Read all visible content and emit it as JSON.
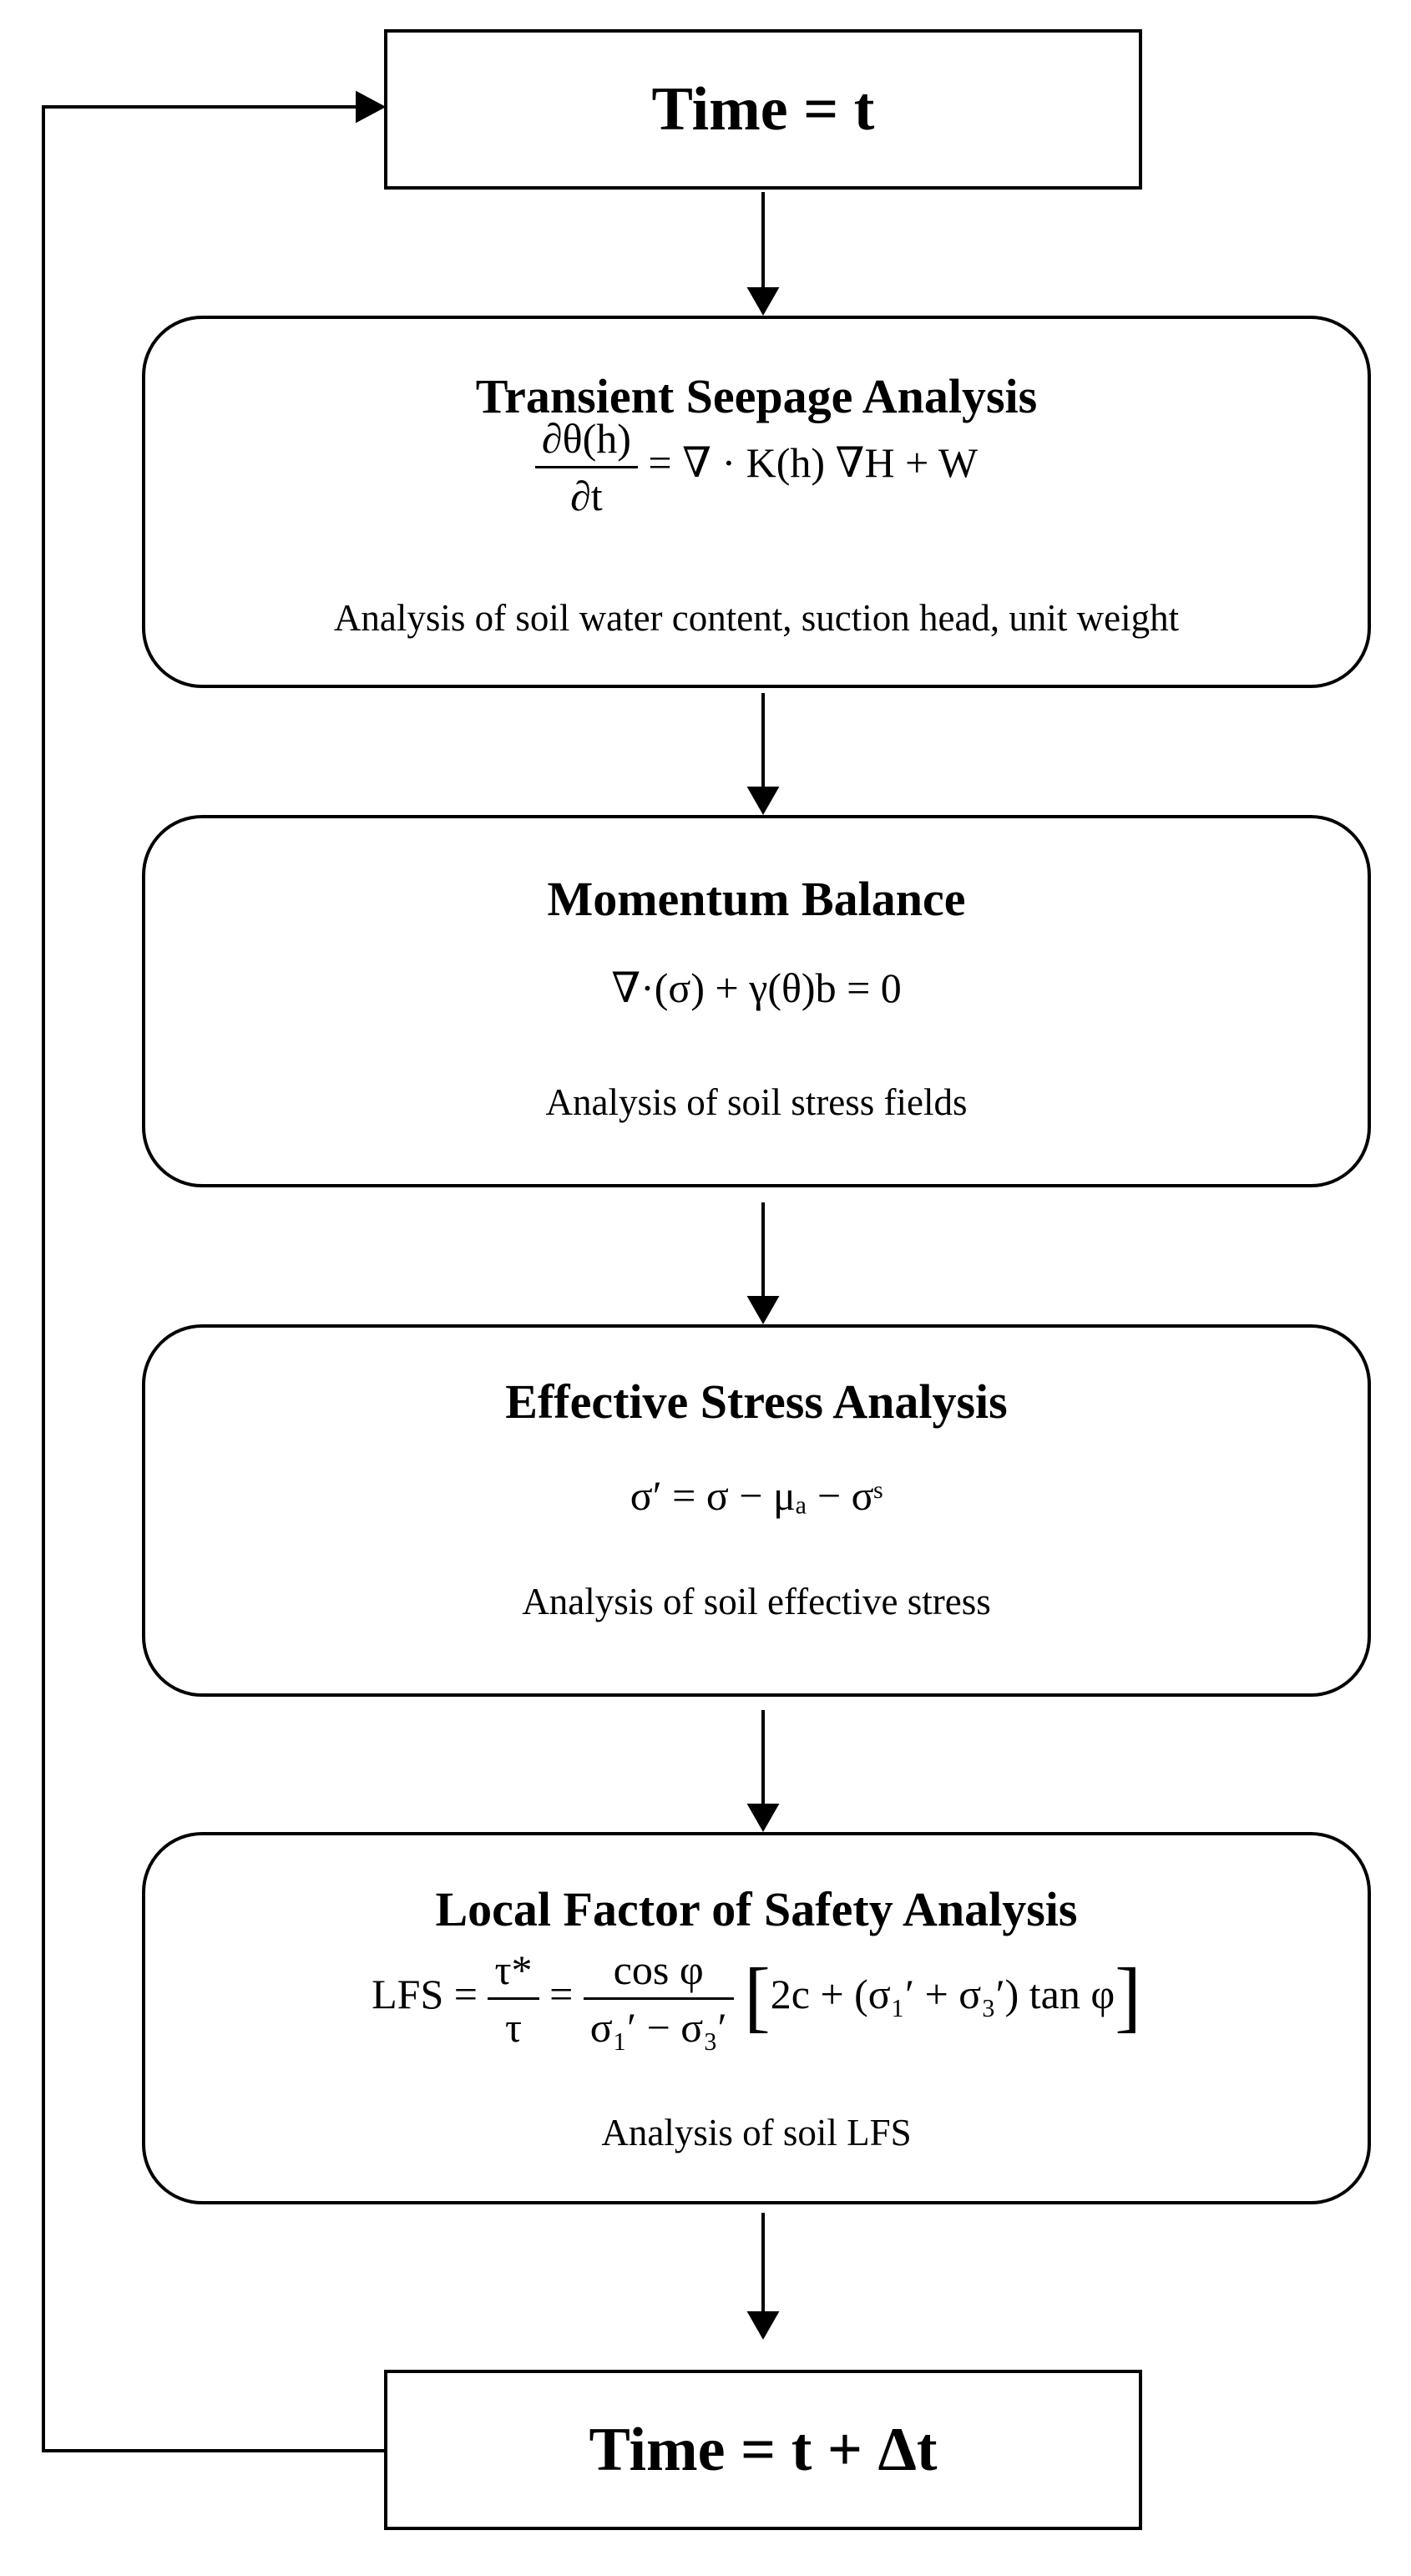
{
  "nodes": {
    "time_start": "Time = t",
    "seepage": {
      "title": "Transient Seepage Analysis",
      "desc": "Analysis of soil water content, suction head, unit weight"
    },
    "momentum": {
      "title": "Momentum Balance",
      "desc": "Analysis of soil stress fields"
    },
    "effective": {
      "title": "Effective Stress Analysis",
      "desc": "Analysis of soil effective stress"
    },
    "lfs": {
      "title": "Local Factor of Safety Analysis",
      "desc": "Analysis of soil LFS"
    },
    "time_end": "Time = t + Δt"
  },
  "equations": {
    "seepage_num": "∂θ(h)",
    "seepage_den": "∂t",
    "seepage_rhs": "= ∇ · K(h) ∇H + W",
    "momentum": "∇·(σ) + γ(θ)b = 0",
    "effective": "σ′ = σ − μₐ − σˢ",
    "lfs_lhs": "LFS =",
    "lfs_frac1_num": "τ*",
    "lfs_frac1_den": "τ",
    "lfs_frac2_num": "cos φ",
    "lfs_frac2_den": "σ₁′ − σ₃′",
    "lfs_bracket": "2c + (σ₁′ + σ₃′) tan φ"
  },
  "colors": {
    "stroke": "#000000",
    "background": "#ffffff"
  }
}
